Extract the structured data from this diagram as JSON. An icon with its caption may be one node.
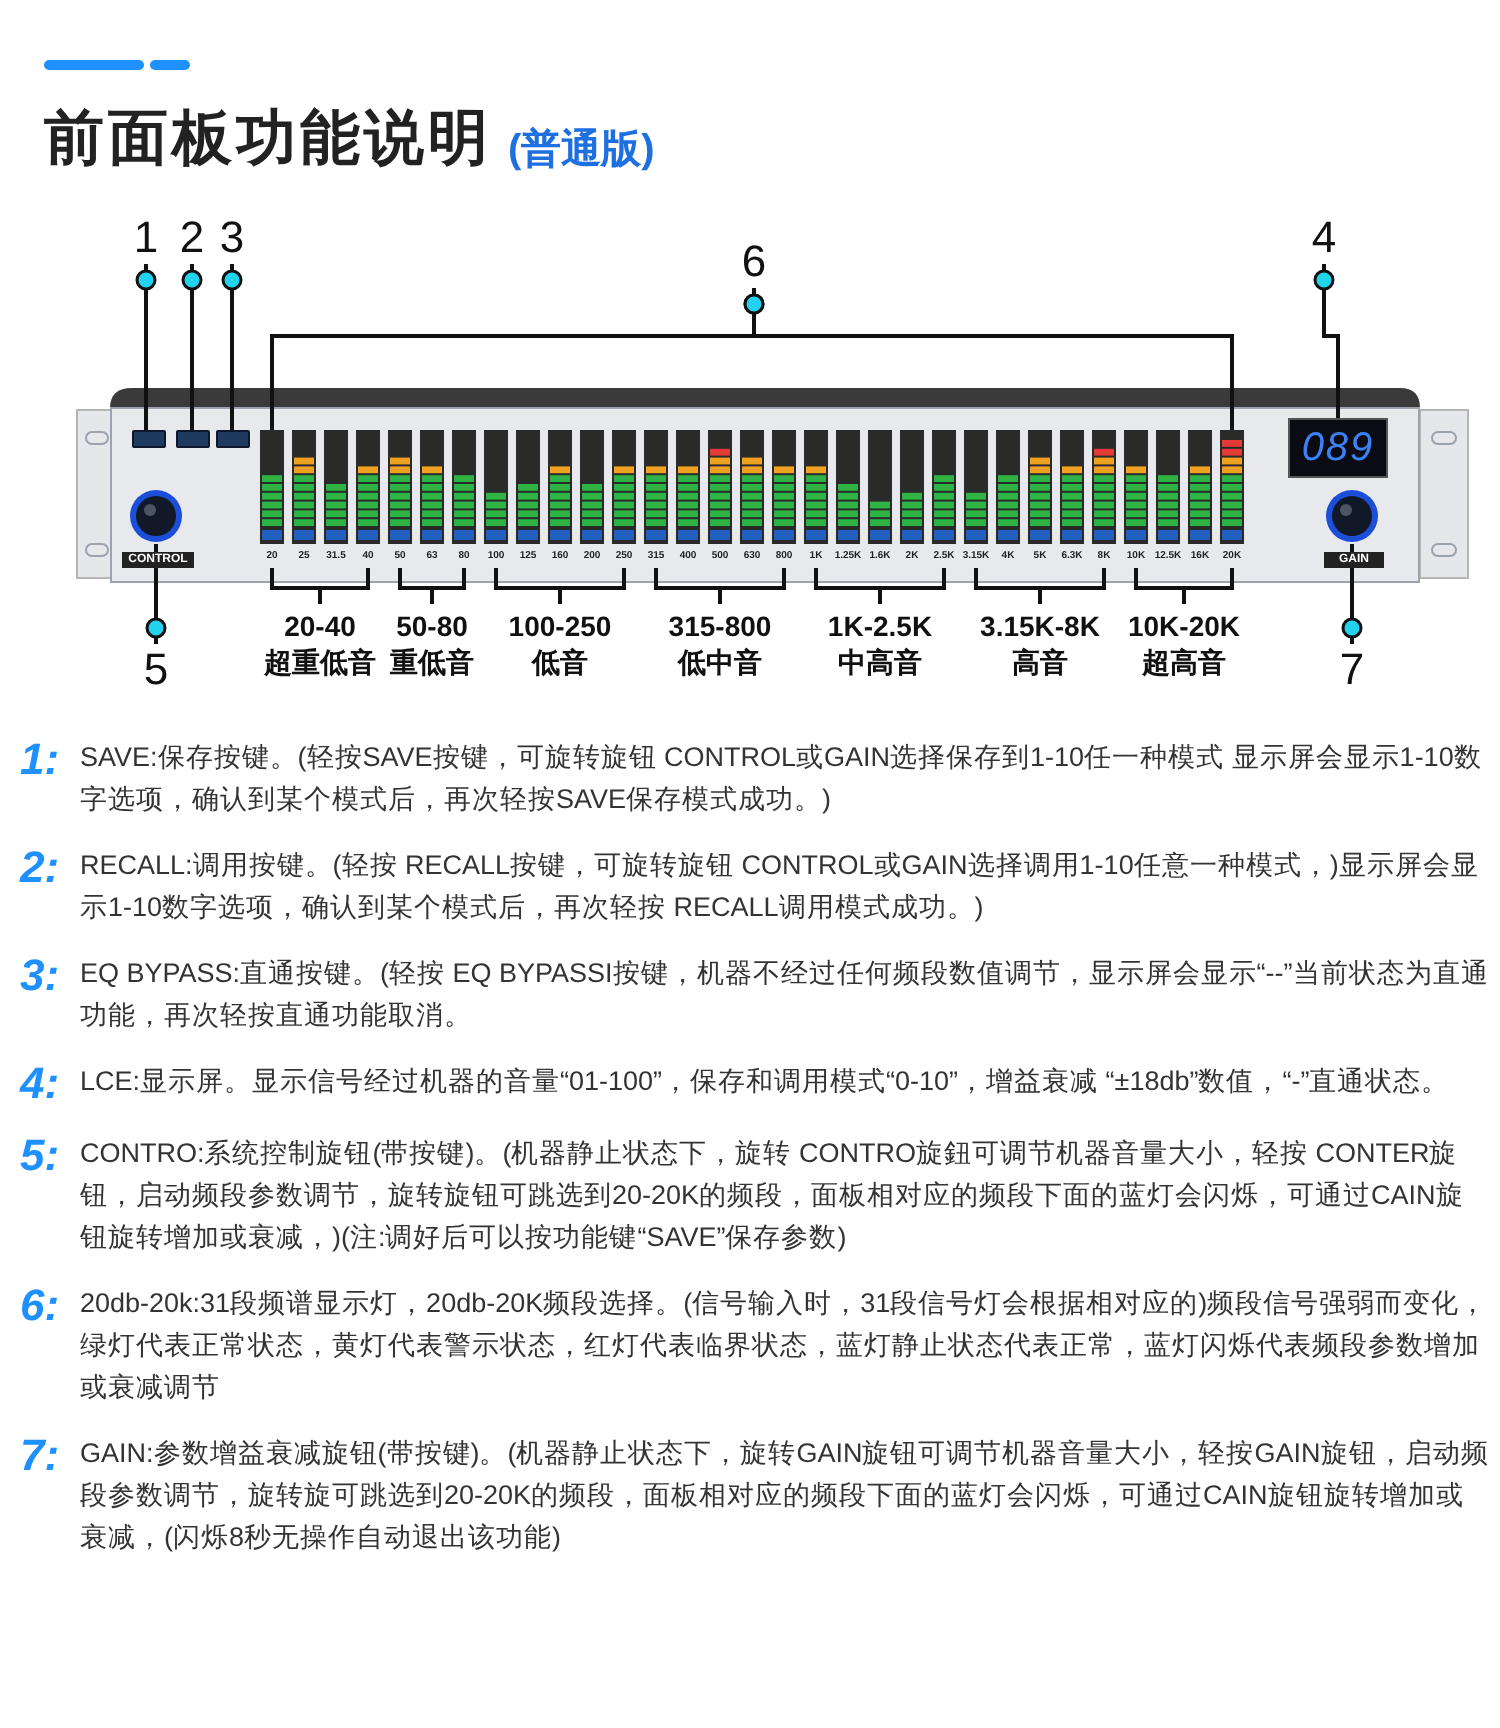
{
  "diagram": {
    "title": "前面板功能说明",
    "nodes": [
      {
        "text": [
          "1"
        ]
      },
      {
        "text": [
          "2"
        ]
      },
      {
        "text": [
          "3"
        ]
      },
      {
        "text": [
          "6"
        ]
      },
      {
        "text": [
          "4"
        ]
      },
      {
        "text": [],
        "shape": "box"
      },
      {
        "text": [],
        "shape": "box"
      },
      {
        "text": [],
        "shape": "box"
      },
      {
        "text": [],
        "shape": "bar",
        "beside": [
          "20"
        ]
      },
      {
        "text": [],
        "shape": "bar",
        "beside": [
          "25"
        ]
      },
      {
        "text": [],
        "shape": "bar",
        "beside": [
          "31.5"
        ]
      },
      {
        "text": [],
        "shape": "bar",
        "beside": [
          "40"
        ]
      },
      {
        "text": [],
        "shape": "bar",
        "beside": [
          "50"
        ]
      },
      {
        "text": [],
        "shape": "bar",
        "beside": [
          "63"
        ]
      },
      {
        "text": [],
        "shape": "bar",
        "beside": [
          "80"
        ]
      },
      {
        "text": [],
        "shape": "bar",
        "beside": [
          "100"
        ]
      },
      {
        "text": [],
        "shape": "bar",
        "beside": [
          "125"
        ]
      },
      {
        "text": [],
        "shape": "bar",
        "beside": [
          "160"
        ]
      },
      {
        "text": [],
        "shape": "bar",
        "beside": [
          "200"
        ]
      },
      {
        "text": [],
        "shape": "bar",
        "beside": [
          "250"
        ]
      },
      {
        "text": [],
        "shape": "bar",
        "beside": [
          "315"
        ]
      },
      {
        "text": [],
        "shape": "bar",
        "beside": [
          "400"
        ]
      },
      {
        "text": [],
        "shape": "bar",
        "beside": [
          "500"
        ]
      },
      {
        "text": [],
        "shape": "bar",
        "beside": [
          "630"
        ]
      },
      {
        "text": [],
        "shape": "bar",
        "beside": [
          "800"
        ]
      },
      {
        "text": [],
        "shape": "bar",
        "beside": [
          "1K"
        ]
      },
      {
        "text": [],
        "shape": "bar",
        "beside": [
          "1.25K"
        ]
      },
      {
        "text": [],
        "shape": "bar",
        "beside": [
          "1.6K"
        ]
      },
      {
        "text": [],
        "shape": "bar",
        "beside": [
          "2K"
        ]
      },
      {
        "text": [],
        "shape": "bar",
        "beside": [
          "2.5K"
        ]
      },
      {
        "text": [],
        "shape": "bar",
        "beside": [
          "3.15K"
        ]
      },
      {
        "text": [],
        "shape": "bar",
        "beside": [
          "4K"
        ]
      },
      {
        "text": [],
        "shape": "bar",
        "beside": [
          "5K"
        ]
      },
      {
        "text": [],
        "shape": "bar",
        "beside": [
          "6.3K"
        ]
      },
      {
        "text": [],
        "shape": "bar",
        "beside": [
          "8K"
        ]
      },
      {
        "text": [],
        "shape": "bar",
        "beside": [
          "10K"
        ]
      },
      {
        "text": [],
        "shape": "bar",
        "beside": [
          "12.5K"
        ]
      },
      {
        "text": [],
        "shape": "bar",
        "beside": [
          "16K"
        ]
      },
      {
        "text": [],
        "shape": "bar",
        "beside": [
          "20K"
        ]
      },
      {
        "text": [
          "089"
        ]
      },
      {
        "text": [],
        "shape": "circle",
        "beside": [
          "CONTROL"
        ]
      },
      {
        "text": [],
        "shape": "circle",
        "beside": [
          "GAIN"
        ]
      },
      {
        "text": [
          "5"
        ]
      },
      {
        "text": [
          "7"
        ]
      }
    ],
    "edges": [
      {
        "from": 0,
        "to": 5,
        "arrow": "other"
      },
      {
        "from": 1,
        "to": 6,
        "arrow": "other"
      },
      {
        "from": 2,
        "to": 7,
        "arrow": "other"
      },
      {
        "from": 3,
        "to": 8,
        "arrow": "other"
      },
      {
        "from": 3,
        "to": 38,
        "arrow": "other"
      },
      {
        "from": 4,
        "to": 39,
        "arrow": "other"
      },
      {
        "from": 42,
        "to": 40,
        "arrow": "other"
      },
      {
        "from": 43,
        "to": 41,
        "arrow": "other"
      }
    ],
    "labels": [
      "(普通版)",
      "20-40",
      "50-80",
      "100-250",
      "315-800",
      "1K-2.5K",
      "3.15K-8K",
      "10K-20K",
      "超重低音",
      "重低音",
      "低音",
      "低中音",
      "中高音",
      "高音",
      "超高音",
      "1:",
      "SAVE:保存按键。(轻按SAVE按键，可旋转旋钮 CONTROL或GAIN选择保存到1-10任一种模式 显示屏会显示1-10数字选项，确认到某个模式后，再次轻按SAVE保存模式成功。)",
      "2:",
      "RECALL:调用按键。(轻按 RECALL按键，可旋转旋钮 CONTROL或GAIN选择调用1-10任意一种模式，)显示屏会显示1-10数字选项，确认到某个模式后，再次轻按 RECALL调用模式成功。)",
      "3:",
      "EQ BYPASS:直通按键。(轻按 EQ BYPASSI按键，机器不经过任何频段数值调节，显示屏会显示“--”当前状态为直通功能，再次轻按直通功能取消。",
      "4:",
      "LCE:显示屏。显示信号经过机器的音量“01-100”，保存和调用模式“0-10”，增益衰减 “±18db”数值，“-”直通状态。",
      "5:",
      "CONTRO:系统控制旋钮(带按键)。(机器静止状态下，旋转 CONTRO旋鈕可调节机器音量大小，轻按 CONTER旋钮，启动频段参数调节，旋转旋钮可跳选到20-20K的频段，面板相对应的频段下面的蓝灯会闪烁，可通过CAIN旋钮旋转增加或衰减，)(注:调好后可以按功能键“SAVE”保存参数)",
      "6:",
      "20db-20k:31段频谱显示灯，20db-20K频段选择。(信号输入时，31段信号灯会根据相对应的)频段信号强弱而变化，绿灯代表正常状态，黄灯代表警示状态，红灯代表临界状态，蓝灯静止状态代表正常，蓝灯闪烁代表频段参数增加或衰减调节",
      "7:",
      "GAIN:参数增益衰减旋钮(带按键)。(机器静止状态下，旋转GAIN旋钮可调节机器音量大小，轻按GAIN旋钮，启动频段参数调节，旋转旋可跳选到20-20K的频段，面板相对应的频段下面的蓝灯会闪烁，可通过CAIN旋钮旋转增加或衰减，(闪烁8秒无操作自动退出该功能)"
    ]
  }
}
